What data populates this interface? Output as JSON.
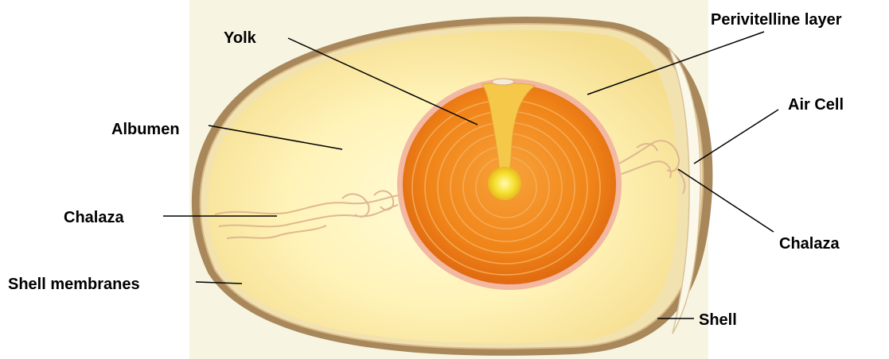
{
  "labels": {
    "yolk": "Yolk",
    "perivitelline": "Perivitelline layer",
    "albumen": "Albumen",
    "air_cell": "Air Cell",
    "chalaza_left": "Chalaza",
    "chalaza_right": "Chalaza",
    "shell_membranes": "Shell membranes",
    "shell": "Shell"
  },
  "colors": {
    "background_panel": "#f3f0dd",
    "shell": "#9a7a4e",
    "albumen_outer": "#f6e7a6",
    "albumen_inner": "#fff6c4",
    "yolk": "#f08a1c",
    "yolk_center": "#f9e33a",
    "membrane": "#e9a89a",
    "leader_line": "#000000"
  }
}
